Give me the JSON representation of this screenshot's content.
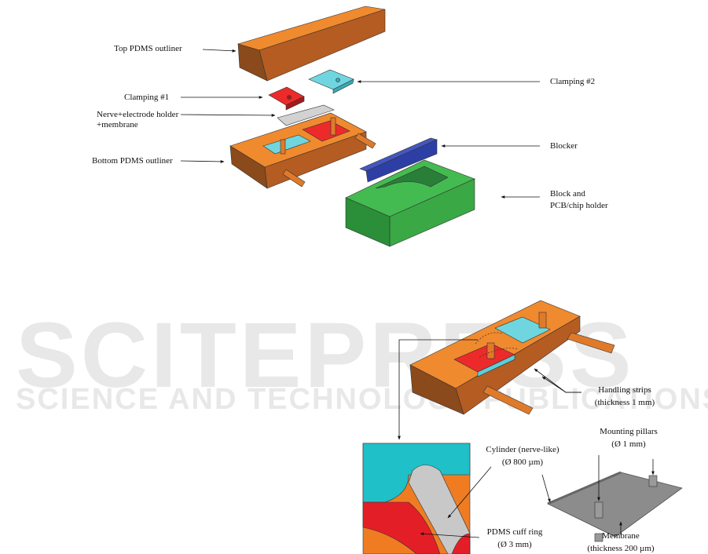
{
  "watermark": {
    "title": "SCITEPRESS",
    "subtitle": "SCIENCE AND TECHNOLOGY PUBLICATIONS"
  },
  "exploded_view": {
    "labels": {
      "top_pdms": "Top PDMS outliner",
      "clamping1": "Clamping #1",
      "holder_line1": "Nerve+electrode holder",
      "holder_line2": "+membrane",
      "bottom_pdms": "Bottom PDMS outliner",
      "clamping2": "Clamping #2",
      "blocker": "Blocker",
      "block_line1": "Block and",
      "block_line2": "PCB/chip holder"
    }
  },
  "assembly_view": {
    "labels": {
      "handling_line1": "Handling strips",
      "handling_line2": "(thickness 1 mm)",
      "pillars_line1": "Mounting pillars",
      "pillars_line2": "(Ø 1 mm)",
      "cylinder_line1": "Cylinder (nerve-like)",
      "cylinder_line2": "(Ø 800 µm)",
      "cuff_line1": "PDMS cuff ring",
      "cuff_line2": "(Ø 3 mm)",
      "membrane_line1": "Membrane",
      "membrane_line2": "(thickness 200 µm)"
    }
  },
  "colors": {
    "orange": "#f07c22",
    "orange_dark": "#a8521e",
    "red": "#e41e26",
    "cyan": "#5ccfd9",
    "gray": "#c8c8c8",
    "blue": "#2d3fa5",
    "green": "#3cb34a",
    "green_dark": "#2a7f38"
  }
}
